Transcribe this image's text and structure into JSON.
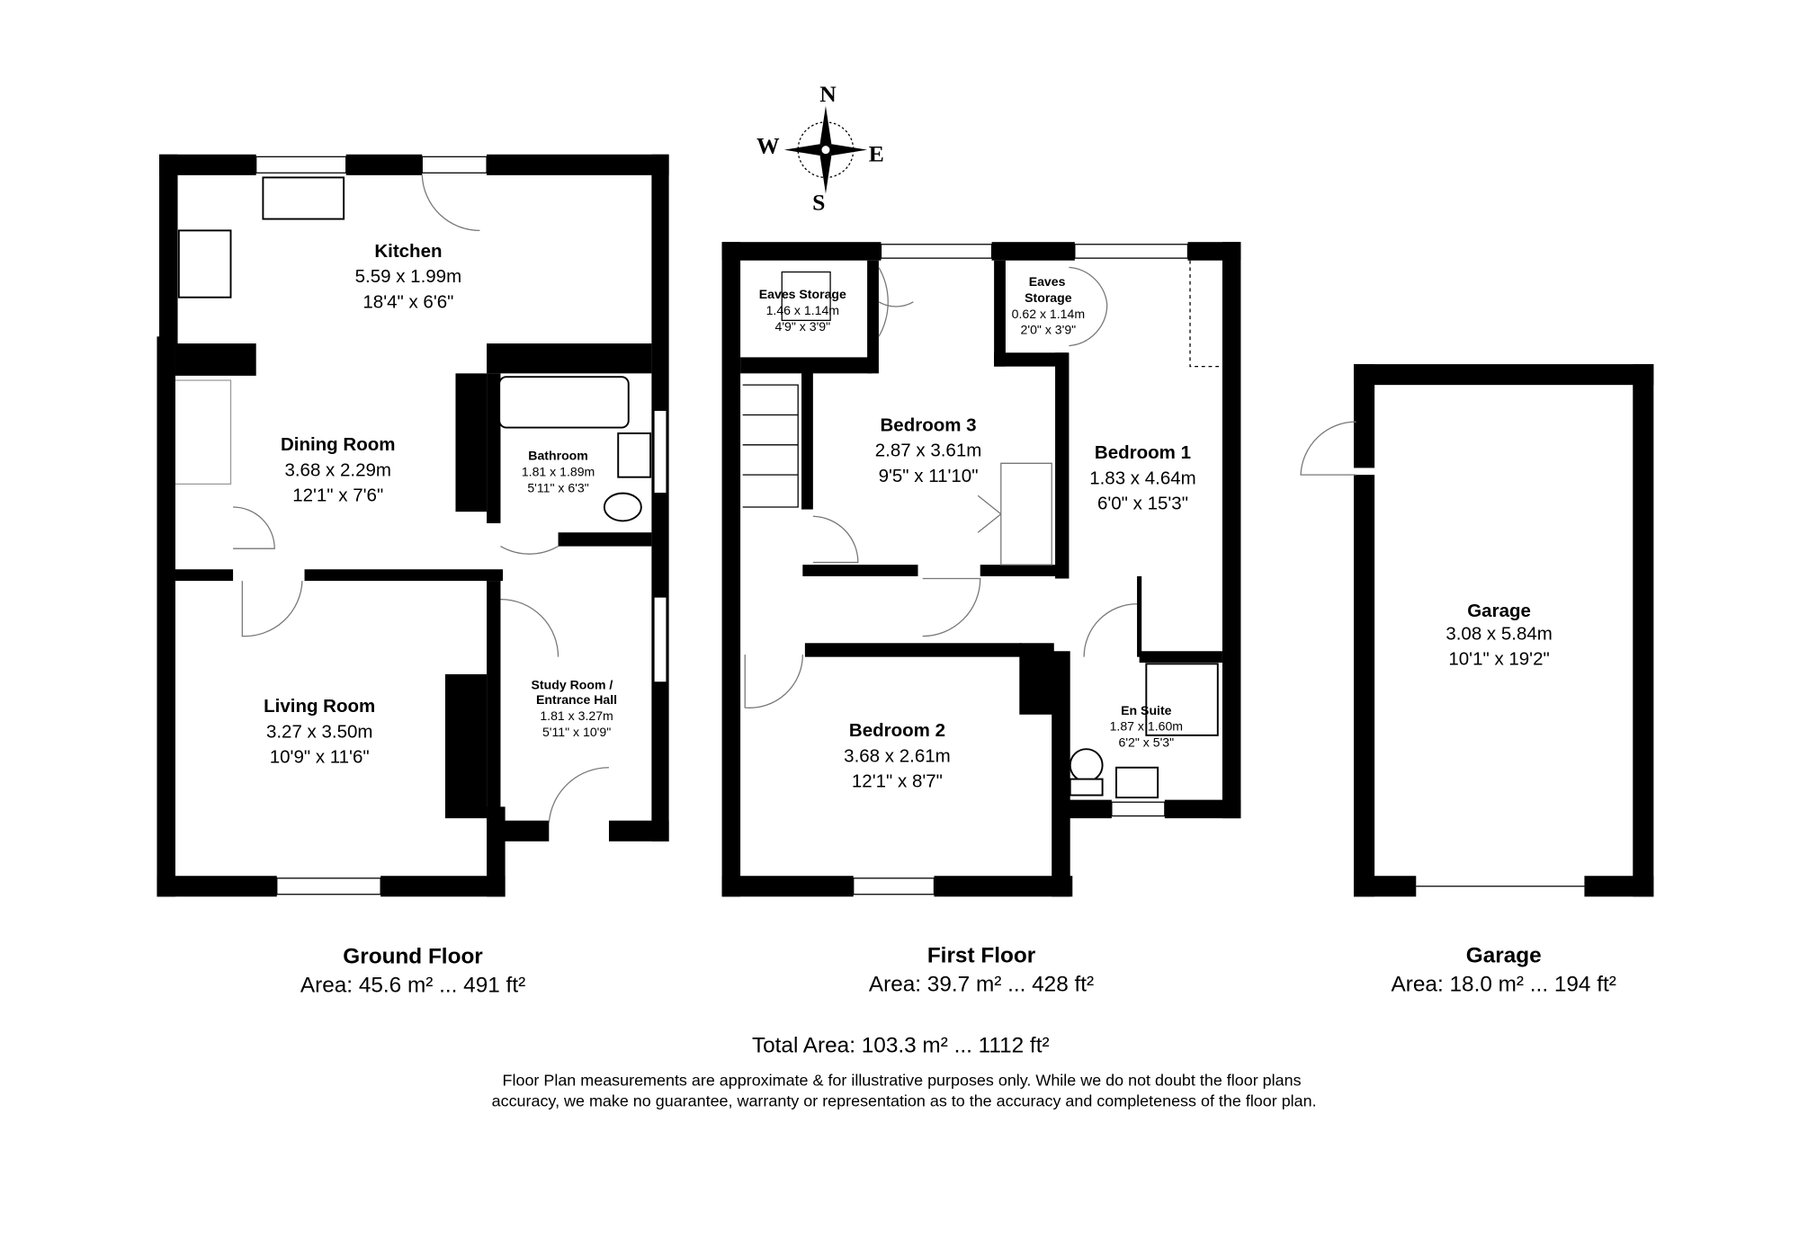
{
  "compass": {
    "n": "N",
    "s": "S",
    "e": "E",
    "w": "W"
  },
  "ground_floor": {
    "title": "Ground Floor",
    "area": "Area: 45.6 m² ... 491 ft²",
    "rooms": [
      {
        "name": "Kitchen",
        "metric": "5.59 x 1.99m",
        "imperial": "18'4\" x 6'6\""
      },
      {
        "name": "Dining Room",
        "metric": "3.68 x 2.29m",
        "imperial": "12'1\" x 7'6\""
      },
      {
        "name": "Bathroom",
        "metric": "1.81 x 1.89m",
        "imperial": "5'11\" x 6'3\""
      },
      {
        "name": "Living Room",
        "metric": "3.27 x 3.50m",
        "imperial": "10'9\" x 11'6\""
      },
      {
        "name": "Study Room /",
        "name2": "Entrance Hall",
        "metric": "1.81 x 3.27m",
        "imperial": "5'11\" x 10'9\""
      }
    ]
  },
  "first_floor": {
    "title": "First Floor",
    "area": "Area: 39.7 m² ... 428 ft²",
    "rooms": [
      {
        "name": "Eaves Storage",
        "metric": "1.46 x 1.14m",
        "imperial": "4'9\" x 3'9\""
      },
      {
        "name": "Eaves",
        "name2": "Storage",
        "metric": "0.62 x 1.14m",
        "imperial": "2'0\" x 3'9\""
      },
      {
        "name": "Bedroom 3",
        "metric": "2.87 x 3.61m",
        "imperial": "9'5\" x 11'10\""
      },
      {
        "name": "Bedroom 1",
        "metric": "1.83 x 4.64m",
        "imperial": "6'0\" x 15'3\""
      },
      {
        "name": "Bedroom 2",
        "metric": "3.68 x 2.61m",
        "imperial": "12'1\" x 8'7\""
      },
      {
        "name": "En Suite",
        "metric": "1.87 x 1.60m",
        "imperial": "6'2\" x 5'3\""
      }
    ]
  },
  "garage": {
    "title": "Garage",
    "area": "Area: 18.0 m² ... 194 ft²",
    "rooms": [
      {
        "name": "Garage",
        "metric": "3.08 x 5.84m",
        "imperial": "10'1\" x 19'2\""
      }
    ]
  },
  "total_area": "Total Area: 103.3 m² ... 1112 ft²",
  "disclaimer": [
    "Floor Plan measurements are approximate & for illustrative purposes only. While we do not doubt the floor plans",
    "accuracy, we make no guarantee, warranty or representation as to the accuracy and completeness of the floor plan."
  ]
}
